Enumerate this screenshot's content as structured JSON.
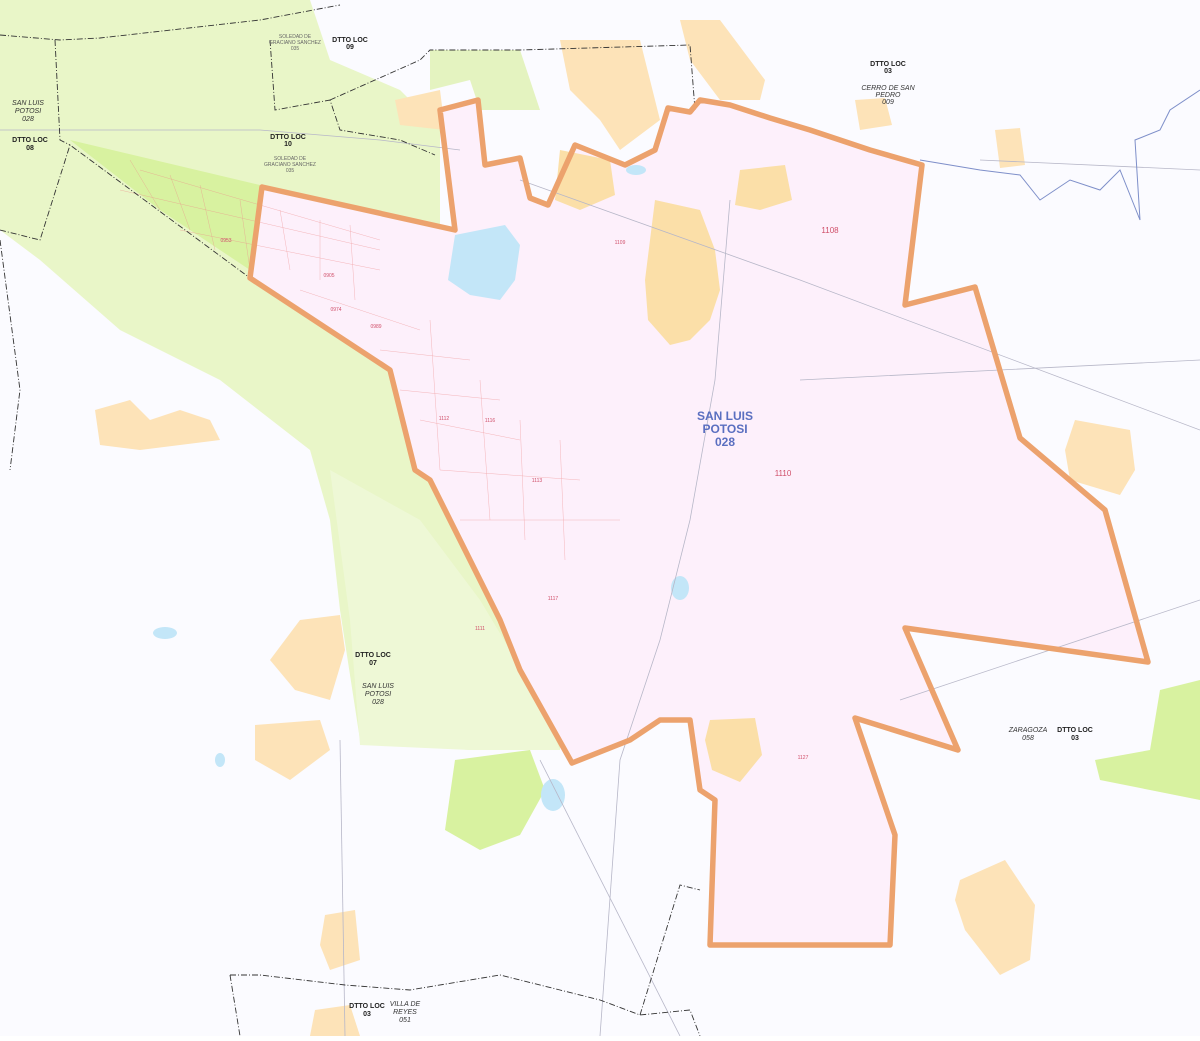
{
  "main_label": {
    "line1": "SAN LUIS",
    "line2": "POTOSI",
    "line3": "028"
  },
  "district_labels": [
    {
      "title": "DTTO LOC",
      "code": "08",
      "muni": [
        "SAN LUIS",
        "POTOSI",
        "028"
      ]
    },
    {
      "title": "DTTO LOC",
      "code": "09",
      "muni": [
        "SOLEDAD DE",
        "GRACIANO SANCHEZ",
        "035"
      ]
    },
    {
      "title": "DTTO LOC",
      "code": "10",
      "muni": [
        "SOLEDAD DE",
        "GRACIANO SANCHEZ",
        "035"
      ]
    },
    {
      "title": "DTTO LOC",
      "code": "03",
      "muni": [
        "CERRO DE SAN",
        "PEDRO",
        "009"
      ]
    },
    {
      "title": "DTTO LOC",
      "code": "07",
      "muni": [
        "SAN LUIS",
        "POTOSI",
        "028"
      ]
    },
    {
      "title": "DTTO LOC",
      "code": "03",
      "muni": [
        "ZARAGOZA",
        "058"
      ]
    },
    {
      "title": "DTTO LOC",
      "code": "03",
      "muni": [
        "VILLA DE",
        "REYES",
        "051"
      ]
    }
  ],
  "section_labels": [
    "1108",
    "1109",
    "1110",
    "1111",
    "1112",
    "1113",
    "1116",
    "1117",
    "1127",
    "0905",
    "0974",
    "0989",
    "0953"
  ],
  "colors": {
    "district": "#fdf0fb",
    "border": "#eca26d",
    "neighbor_green": "#e9f6c8",
    "light_green": "#d8f2a0",
    "urban_orange": "#fde3b8",
    "water": "#c3e6f8",
    "background": "#fbfbff"
  }
}
